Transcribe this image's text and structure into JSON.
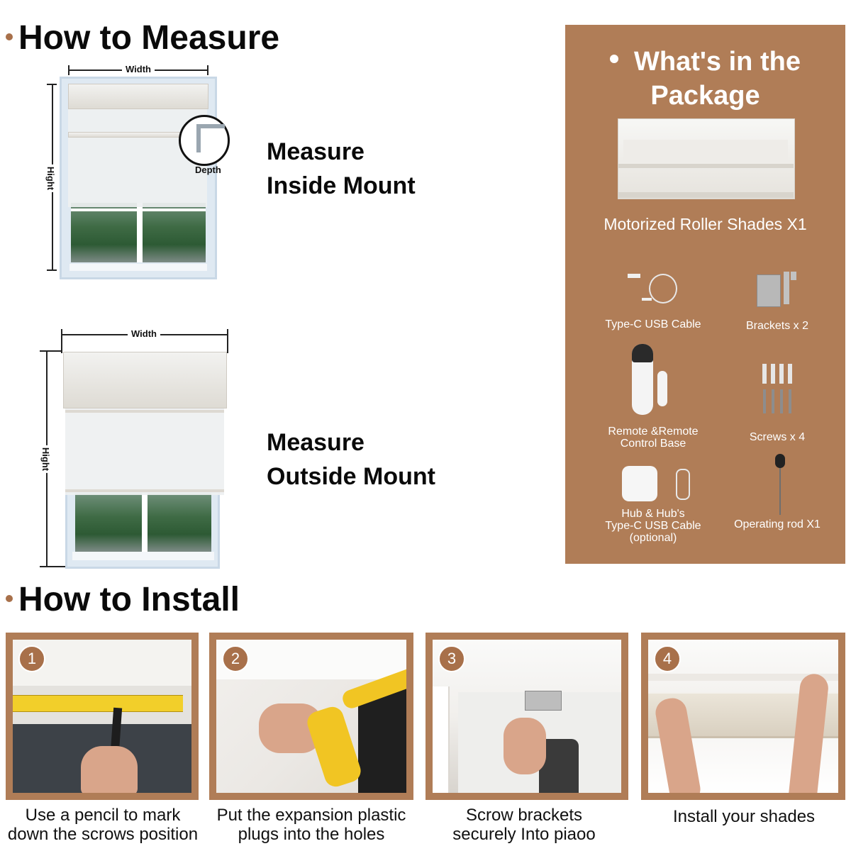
{
  "measure": {
    "heading": "How to Measure",
    "inside": {
      "width_label": "Width",
      "height_label": "Hight",
      "depth_label": "Depth",
      "title_line1": "Measure",
      "title_line2": "Inside Mount"
    },
    "outside": {
      "width_label": "Width",
      "height_label": "Hight",
      "title_line1": "Measure",
      "title_line2": "Outside Mount"
    }
  },
  "package": {
    "title_line1": "What's in the",
    "title_line2": "Package",
    "main_item": "Motorized Roller Shades X1",
    "items": [
      {
        "lines": [
          "Type-C USB Cable"
        ],
        "icon": "usb-cable-icon"
      },
      {
        "lines": [
          "Brackets x 2"
        ],
        "icon": "bracket-icon"
      },
      {
        "lines": [
          "Remote &Remote",
          "Control Base"
        ],
        "icon": "remote-icon"
      },
      {
        "lines": [
          "Screws x 4"
        ],
        "icon": "screws-icon"
      },
      {
        "lines": [
          "Hub & Hub's",
          "Type-C USB Cable",
          "(optional)"
        ],
        "icon": "hub-icon"
      },
      {
        "lines": [
          "Operating rod X1"
        ],
        "icon": "operating-rod-icon"
      }
    ]
  },
  "install": {
    "heading": "How to Install",
    "steps": [
      {
        "number": "1",
        "caption_line1": "Use a pencil to mark",
        "caption_line2": "down the scrows position"
      },
      {
        "number": "2",
        "caption_line1": "Put the expansion plastic",
        "caption_line2": "plugs into the holes"
      },
      {
        "number": "3",
        "caption_line1": "Scrow brackets",
        "caption_line2": "securely Into piaoo"
      },
      {
        "number": "4",
        "caption_line1": "Install your shades",
        "caption_line2": ""
      }
    ]
  },
  "colors": {
    "accent": "#b07d57",
    "bullet": "#a8704a"
  }
}
